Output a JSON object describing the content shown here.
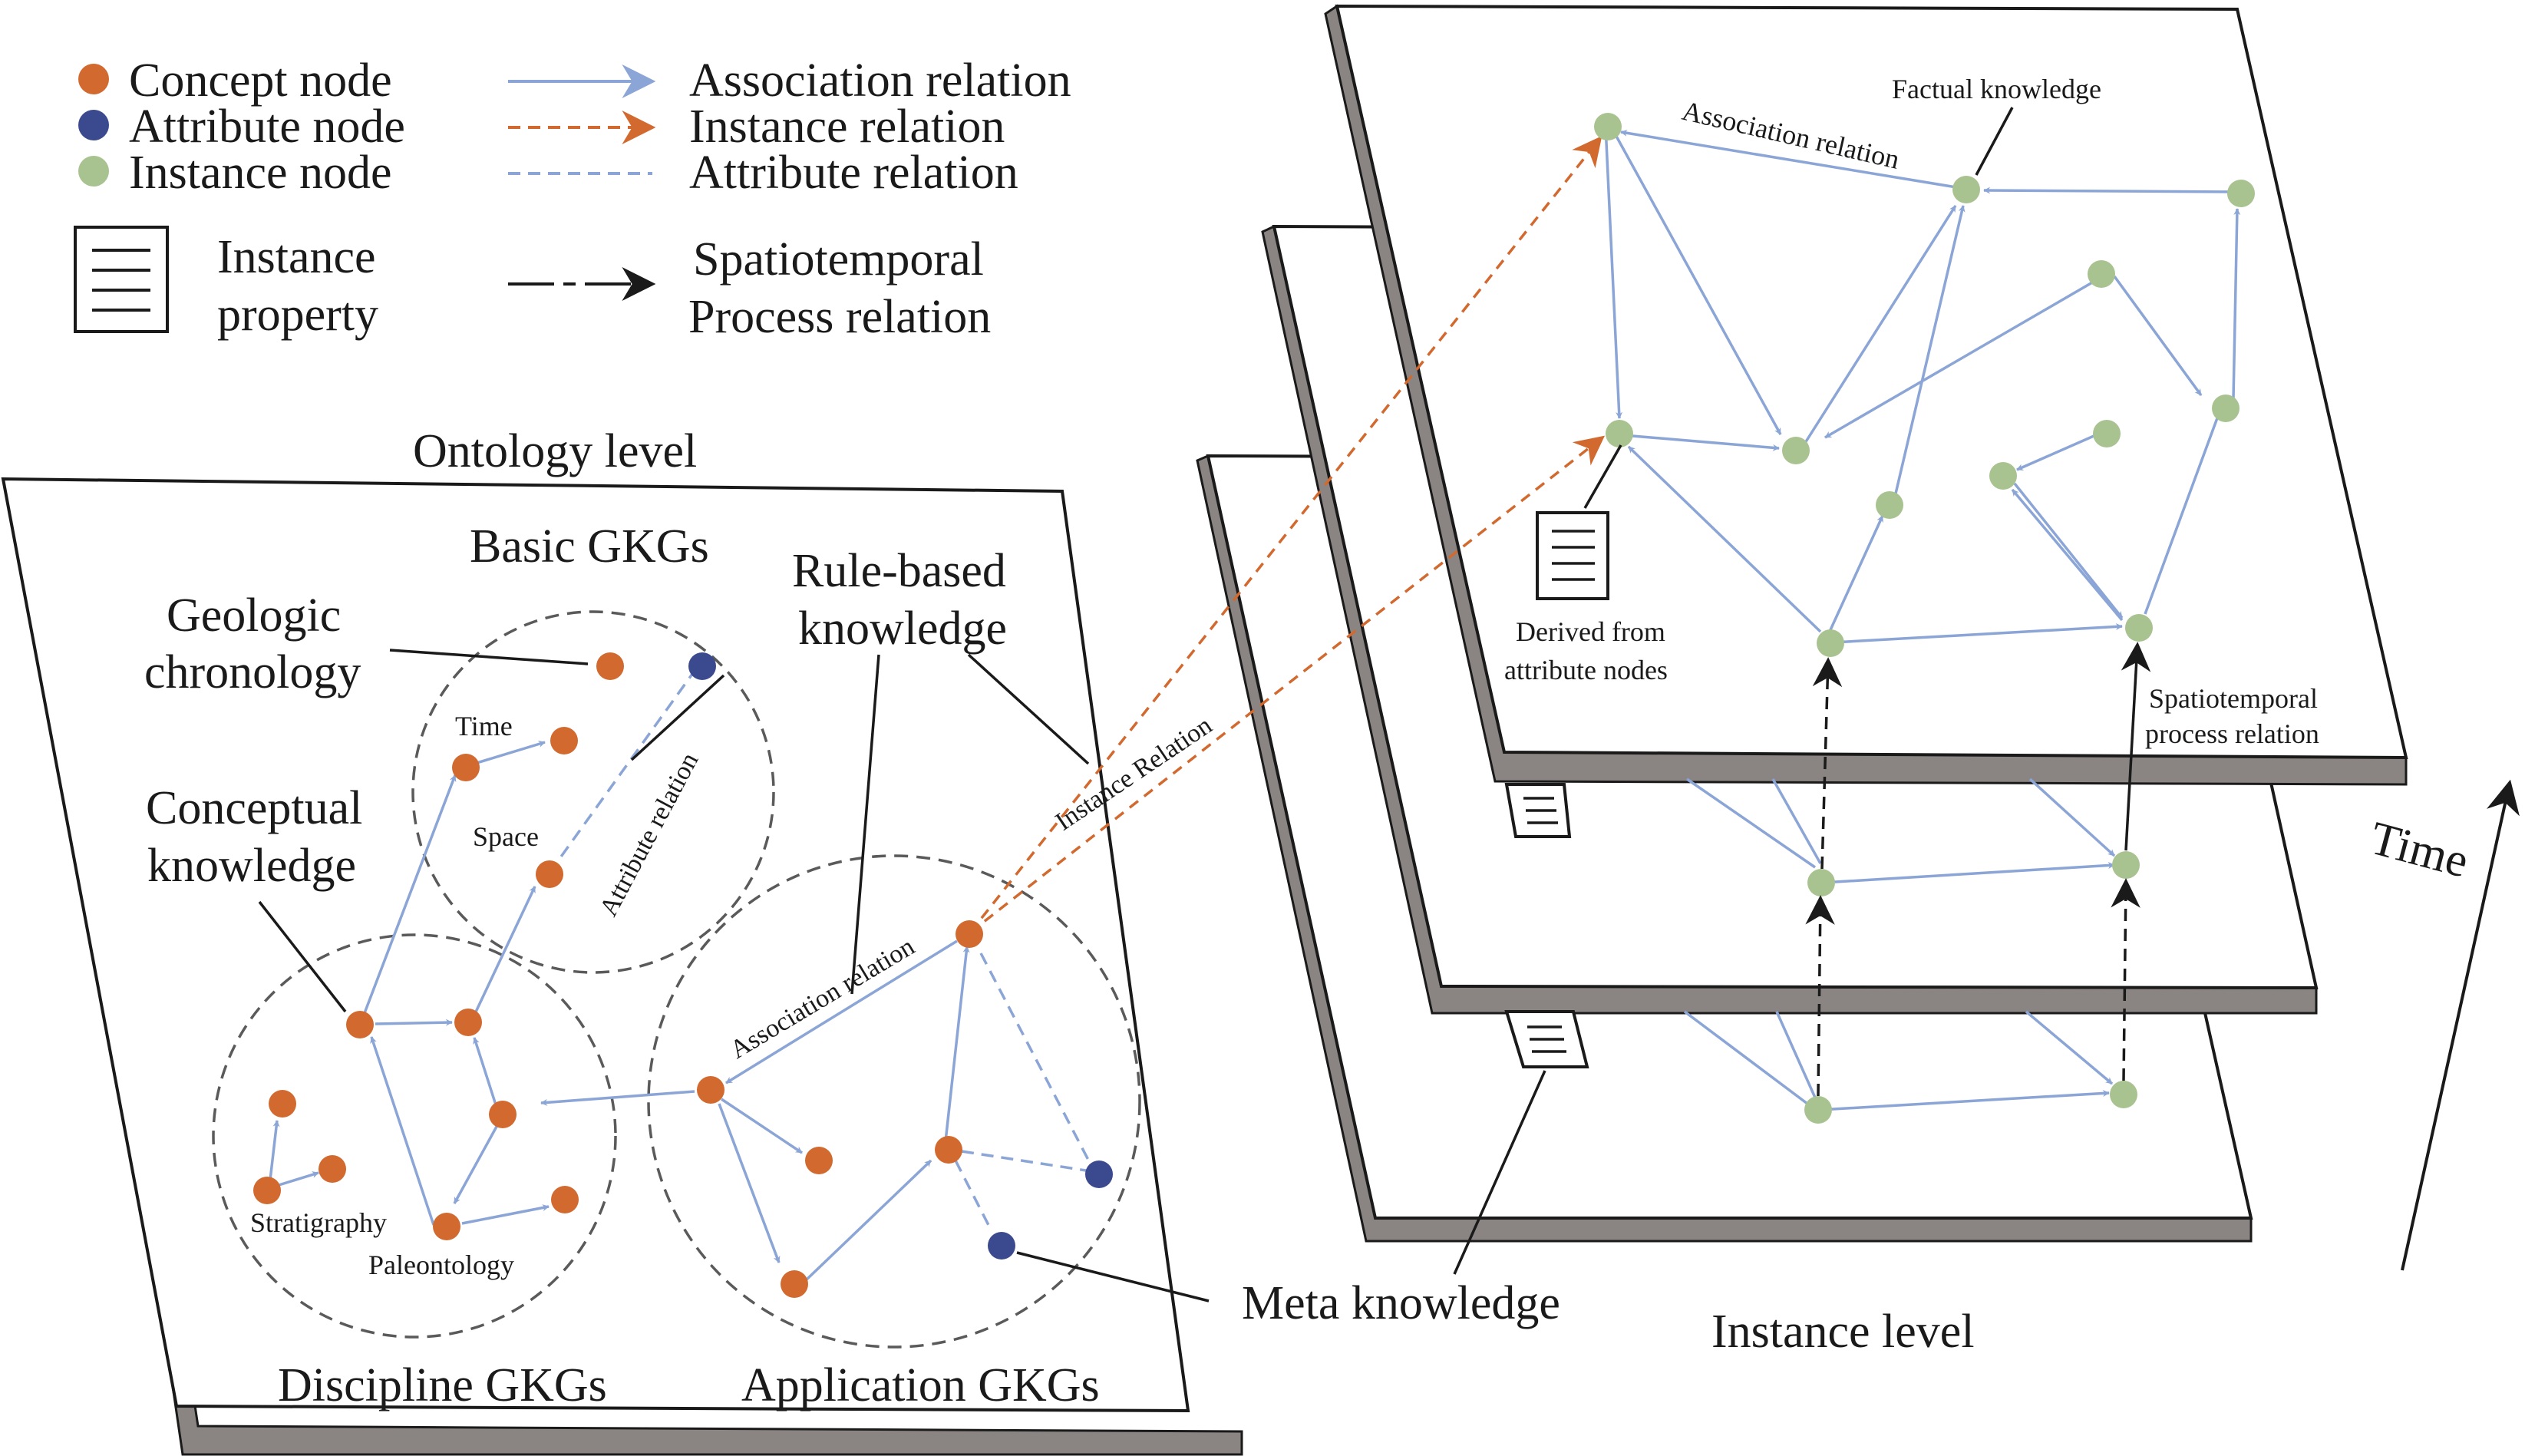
{
  "colors": {
    "concept_node": "#d2692f",
    "attribute_node": "#3b4a8f",
    "instance_node": "#a8c390",
    "association_edge": "#8ba5d6",
    "instance_edge": "#d2692f",
    "plane_shadow": "#8a8583",
    "text": "#1a1a1a"
  },
  "legend": {
    "concept_node": "Concept node",
    "attribute_node": "Attribute node",
    "instance_node": "Instance node",
    "instance_property_1": "Instance",
    "instance_property_2": "property",
    "association_relation": "Association relation",
    "instance_relation": "Instance relation",
    "attribute_relation": "Attribute relation",
    "spatiotemporal_1": "Spatiotemporal",
    "spatiotemporal_2": "Process relation"
  },
  "ontology": {
    "title": "Ontology level",
    "basic_gkgs": "Basic GKGs",
    "discipline_gkgs": "Discipline GKGs",
    "application_gkgs": "Application GKGs",
    "geologic_chronology_1": "Geologic",
    "geologic_chronology_2": "chronology",
    "rule_based_1": "Rule-based",
    "rule_based_2": "knowledge",
    "conceptual_1": "Conceptual",
    "conceptual_2": "knowledge",
    "meta_knowledge": "Meta knowledge",
    "time": "Time",
    "space": "Space",
    "attribute_relation_edge": "Attribute relation",
    "stratigraphy": "Stratigraphy",
    "paleontology": "Paleontology",
    "association_relation_edge": "Association relation",
    "instance_relation_edge": "Instance Relation"
  },
  "instance": {
    "title": "Instance level",
    "factual_knowledge": "Factual knowledge",
    "association_relation_edge": "Association relation",
    "derived_1": "Derived from",
    "derived_2": "attribute nodes",
    "spatiotemporal_1": "Spatiotemporal",
    "spatiotemporal_2": "process relation",
    "time_axis": "Time"
  }
}
